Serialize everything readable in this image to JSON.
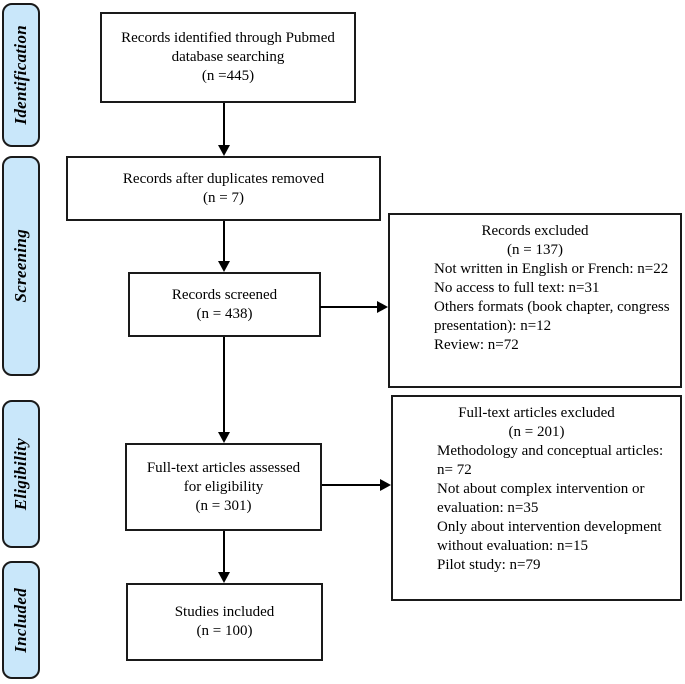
{
  "diagram": {
    "type": "prisma-flow-diagram",
    "stages": [
      {
        "label": "Identification"
      },
      {
        "label": "Screening"
      },
      {
        "label": "Eligibility"
      },
      {
        "label": "Included"
      }
    ],
    "main_boxes": [
      {
        "lines": [
          "Records identified through Pubmed",
          "database searching",
          "(n =445)"
        ]
      },
      {
        "lines": [
          "Records after duplicates removed",
          "(n = 7)"
        ]
      },
      {
        "lines": [
          "Records screened",
          "(n = 438)"
        ]
      },
      {
        "lines": [
          "Full-text articles assessed",
          "for eligibility",
          "(n = 301)"
        ]
      },
      {
        "lines": [
          "Studies included",
          "(n = 100)"
        ]
      }
    ],
    "exclusion_boxes": [
      {
        "title": "Records excluded",
        "count": "(n = 137)",
        "bullets": [
          "Not written in English or French: n=22",
          "No access to full text: n=31",
          "Others formats (book chapter, congress presentation): n=12",
          "Review: n=72"
        ]
      },
      {
        "title": "Full-text articles excluded",
        "count": "(n = 201)",
        "bullets": [
          "Methodology and conceptual articles: n= 72",
          "Not about complex intervention or evaluation: n=35",
          "Only about intervention development without evaluation: n=15",
          "Pilot study: n=79"
        ]
      }
    ],
    "colors": {
      "stage_fill": "#c9e7fa",
      "border": "#1a1a1a",
      "arrow": "#000000",
      "box_fill": "#ffffff"
    }
  }
}
